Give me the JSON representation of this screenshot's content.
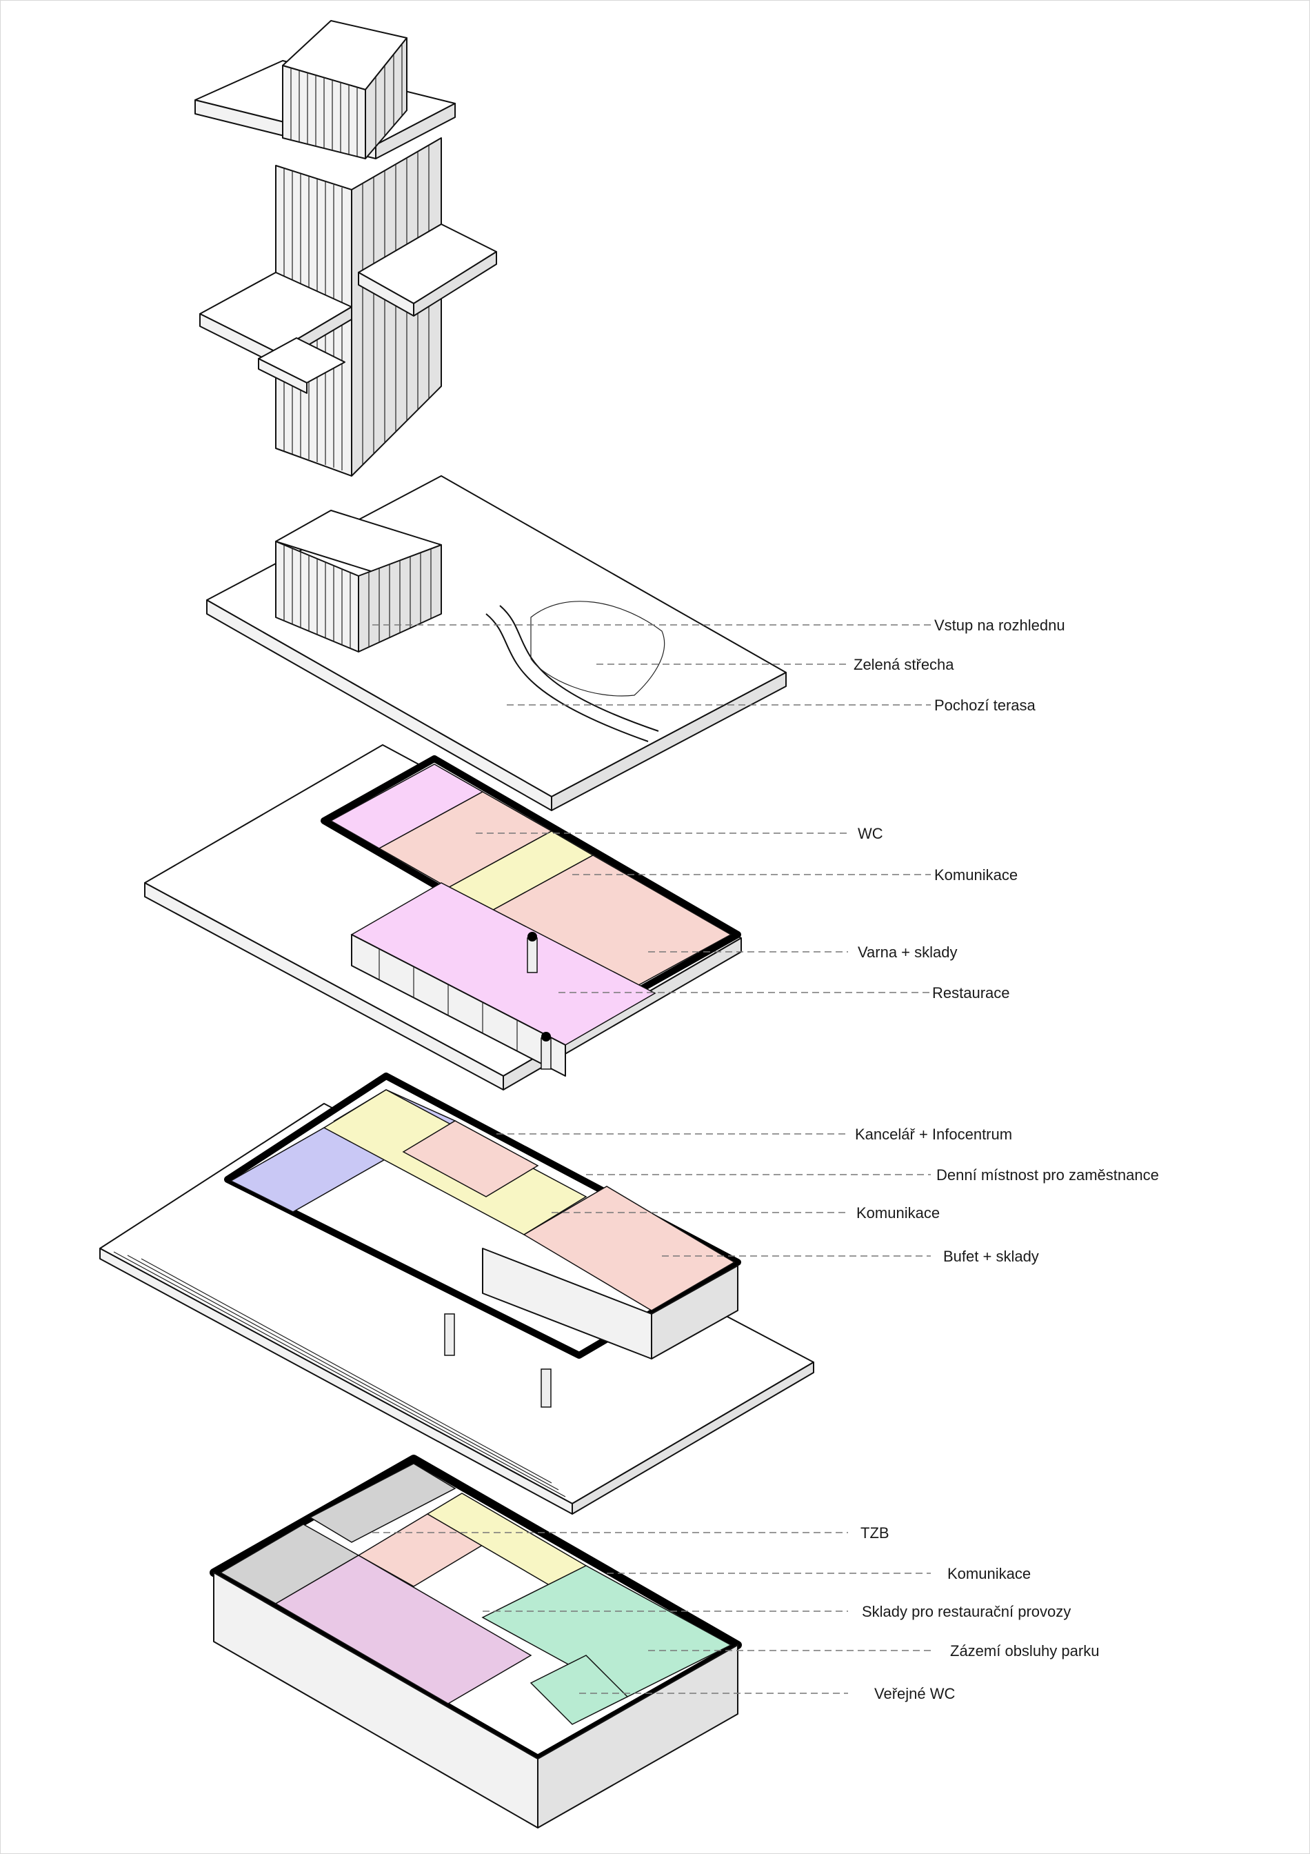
{
  "labels": {
    "vstup": "Vstup na rozhlednu",
    "zelena": "Zelená střecha",
    "pochozi": "Pochozí terasa",
    "wc": "WC",
    "komunikace1": "Komunikace",
    "varna": "Varna + sklady",
    "restaurace": "Restaurace",
    "kancelar": "Kancelář + Infocentrum",
    "denni": "Denní místnost pro zaměstnance",
    "komunikace2": "Komunikace",
    "bufet": "Bufet + sklady",
    "tzb": "TZB",
    "komunikace3": "Komunikace",
    "sklady": "Sklady pro restaurační provozy",
    "zazemi": "Zázemí obsluhy parku",
    "verejne": "Veřejné WC"
  },
  "colors": {
    "pink": "#f9d2f9",
    "salmon": "#f8d6d0",
    "yellow": "#f8f6c4",
    "blue": "#c9c8f5",
    "green": "#b8ebd2",
    "mauve": "#e9c8e6",
    "grey": "#d2d2d2",
    "leader": "#777777"
  }
}
